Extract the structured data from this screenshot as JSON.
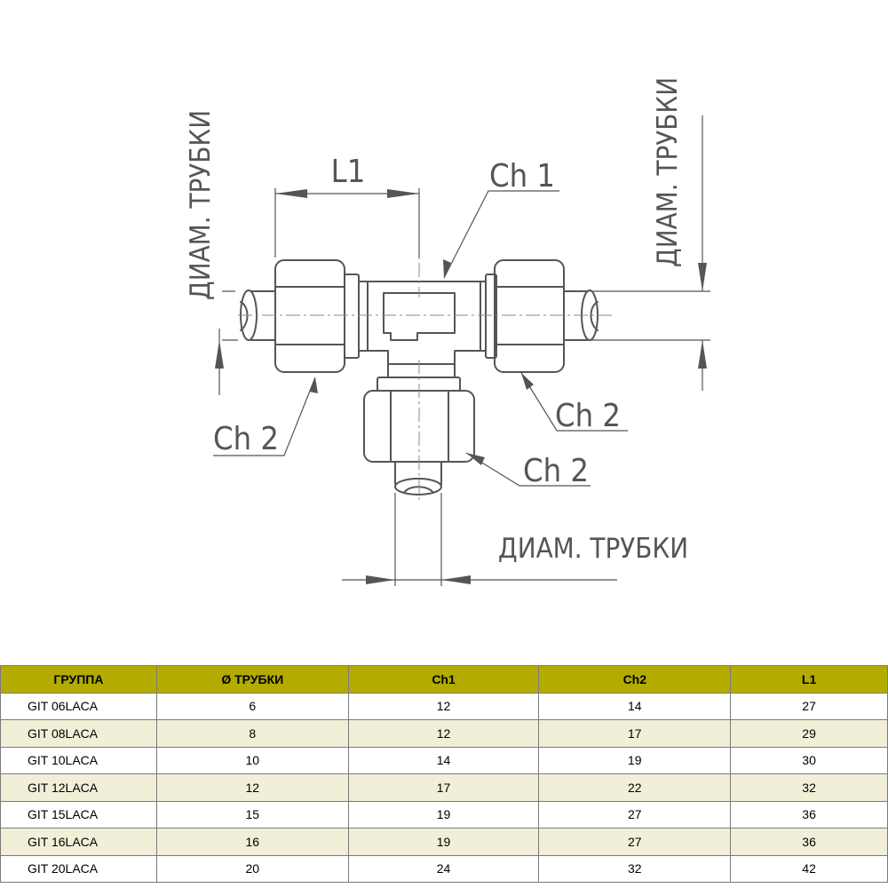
{
  "drawing": {
    "labels": {
      "l1": "L1",
      "ch1": "Ch 1",
      "ch2_left": "Ch 2",
      "ch2_right": "Ch 2",
      "ch2_bottom": "Ch 2",
      "diam_left": "ДИАМ. ТРУБКИ",
      "diam_right": "ДИАМ. ТРУБКИ",
      "diam_bottom": "ДИАМ. ТРУБКИ"
    }
  },
  "table": {
    "headers": [
      "ГРУППА",
      "Ø ТРУБКИ",
      "Ch1",
      "Ch2",
      "L1"
    ],
    "rows": [
      [
        "GIT 06LACA",
        "6",
        "12",
        "14",
        "27"
      ],
      [
        "GIT 08LACA",
        "8",
        "12",
        "17",
        "29"
      ],
      [
        "GIT 10LACA",
        "10",
        "14",
        "19",
        "30"
      ],
      [
        "GIT 12LACA",
        "12",
        "17",
        "22",
        "32"
      ],
      [
        "GIT 15LACA",
        "15",
        "19",
        "27",
        "36"
      ],
      [
        "GIT 16LACA",
        "16",
        "19",
        "27",
        "36"
      ],
      [
        "GIT 20LACA",
        "20",
        "24",
        "32",
        "42"
      ]
    ]
  },
  "colors": {
    "header_bg": "#b3ab00",
    "alt_row_bg": "#f2efd9",
    "line": "#555555"
  }
}
